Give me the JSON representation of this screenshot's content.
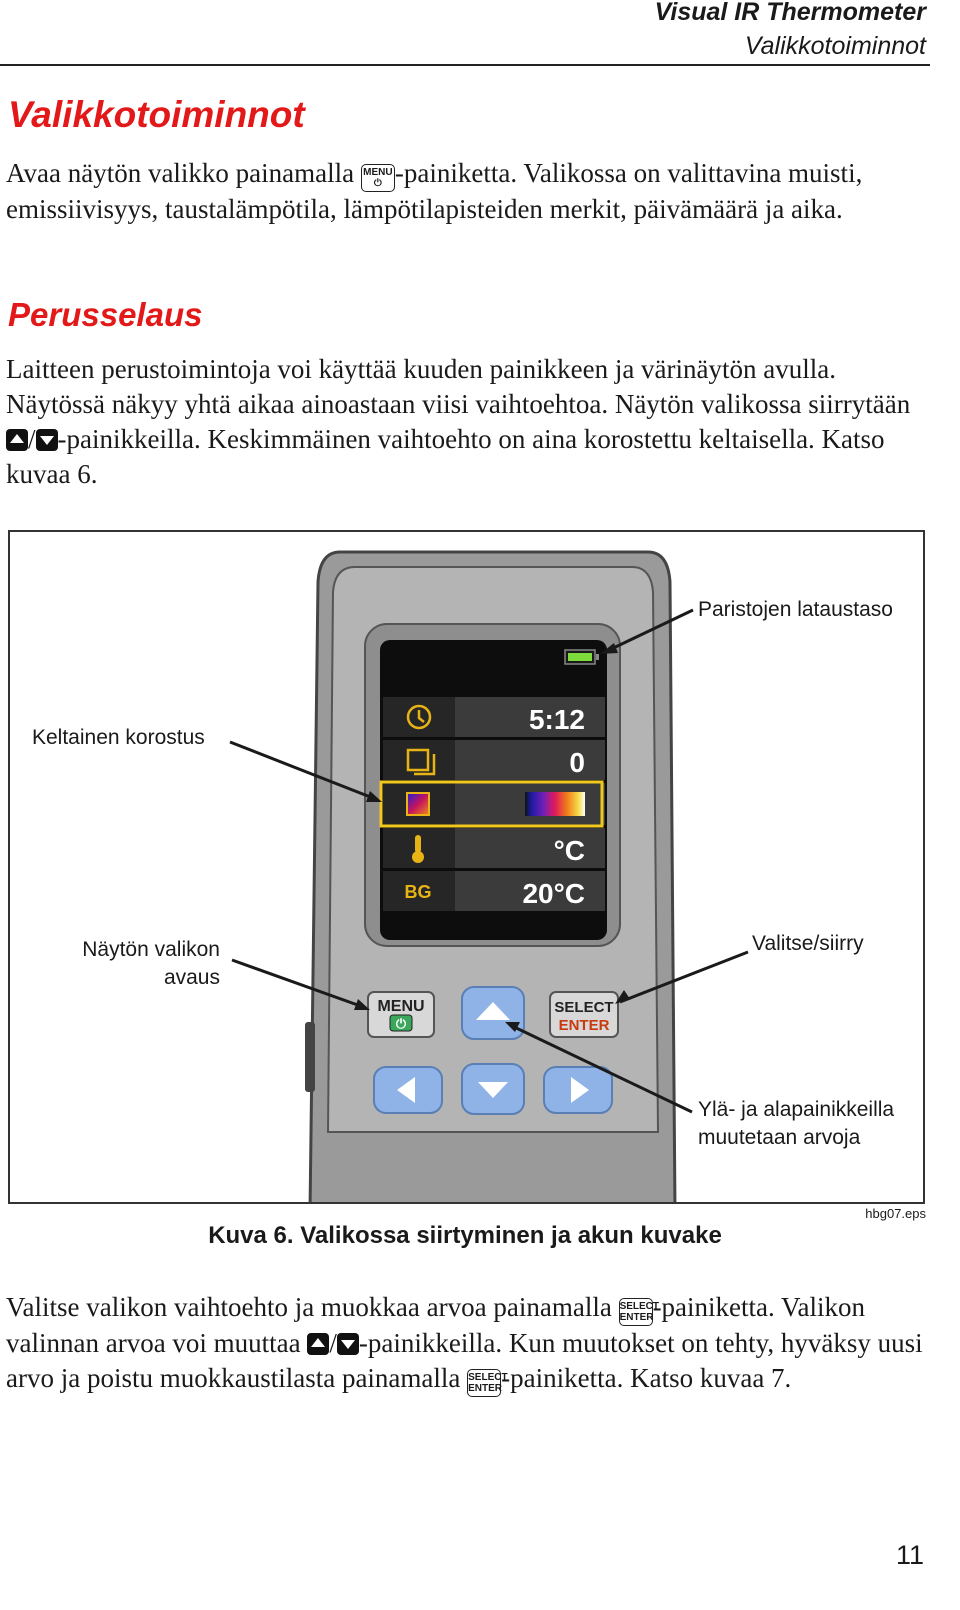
{
  "header": {
    "title": "Visual IR Thermometer",
    "subtitle": "Valikkotoiminnot"
  },
  "section": {
    "heading": "Valikkotoiminnot",
    "intro_before": "Avaa näytön valikko painamalla ",
    "intro_after": "-painiketta. Valikossa on valittavina muisti, emissiivisyys, taustalämpötila, lämpötilapisteiden merkit, päivämäärä ja aika."
  },
  "subsection": {
    "heading": "Perusselaus",
    "para_a": "Laitteen perustoimintoja voi käyttää kuuden painikkeen ja värinäytön avulla. Näytössä näkyy yhtä aikaa ainoastaan viisi vaihtoehtoa. Näytön valikossa siirrytään ",
    "para_b": "-painikkeilla. Keskimmäinen vaihtoehto on aina korostettu keltaisella. Katso kuvaa 6."
  },
  "keys": {
    "menu_top": "MENU",
    "select_top": "SELECT",
    "enter": "ENTER",
    "slash": "/"
  },
  "figure": {
    "labels": {
      "battery": "Paristojen lataustaso",
      "highlight": "Keltainen korostus",
      "menu_open_1": "Näytön valikon",
      "menu_open_2": "avaus",
      "select": "Valitse/siirry",
      "updown_1": "Ylä- ja alapainikkeilla",
      "updown_2": "muutetaan arvoja"
    },
    "screen_rows": [
      {
        "icon": "clock-icon",
        "value": "5:12"
      },
      {
        "icon": "memory-icon",
        "value": "0"
      },
      {
        "icon": "palette-icon",
        "value": ""
      },
      {
        "icon": "thermometer-icon",
        "value": "°C"
      },
      {
        "icon": "bg-icon",
        "value": "20°C"
      }
    ],
    "bg_text": "BG",
    "button_menu": "MENU",
    "button_select": "SELECT",
    "button_enter": "ENTER",
    "caption": "Kuva 6. Valikossa siirtyminen ja akun kuvake",
    "id": "hbg07.eps"
  },
  "closing": {
    "p1": "Valitse valikon vaihtoehto ja muokkaa arvoa painamalla ",
    "p2": "-painiketta. Valikon valinnan arvoa voi muuttaa ",
    "p3": "-painikkeilla. Kun muutokset on tehty, hyväksy uusi arvo ja poistu muokkaustilasta painamalla ",
    "p4": "-painiketta. Katso kuvaa 7."
  },
  "page_number": "11",
  "colors": {
    "heading_red": "#e31818",
    "highlight_yellow": "#f2c81c",
    "button_blue": "#8fb3e6",
    "case_yellow": "#f5c400"
  }
}
